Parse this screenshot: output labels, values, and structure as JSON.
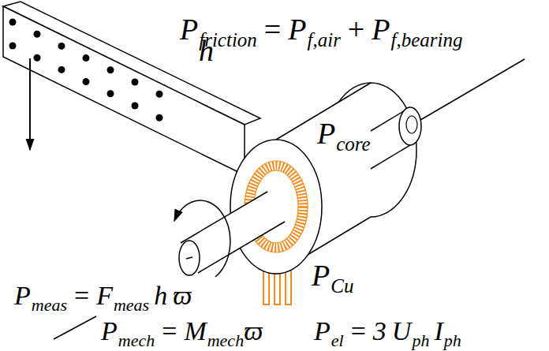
{
  "diagram": {
    "labels": [
      "P",
      "friction",
      "=",
      "P",
      "f,air",
      "+",
      "P",
      "f,bearing",
      "h",
      "P",
      "core",
      "P",
      "meas",
      "=",
      "F",
      "meas",
      "h",
      "ϖ",
      "P",
      "Cu",
      "P",
      "mech",
      "=",
      "M",
      "mech",
      "ϖ",
      "P",
      "el",
      "=",
      "3",
      "U",
      "ph",
      "I",
      "ph"
    ]
  }
}
